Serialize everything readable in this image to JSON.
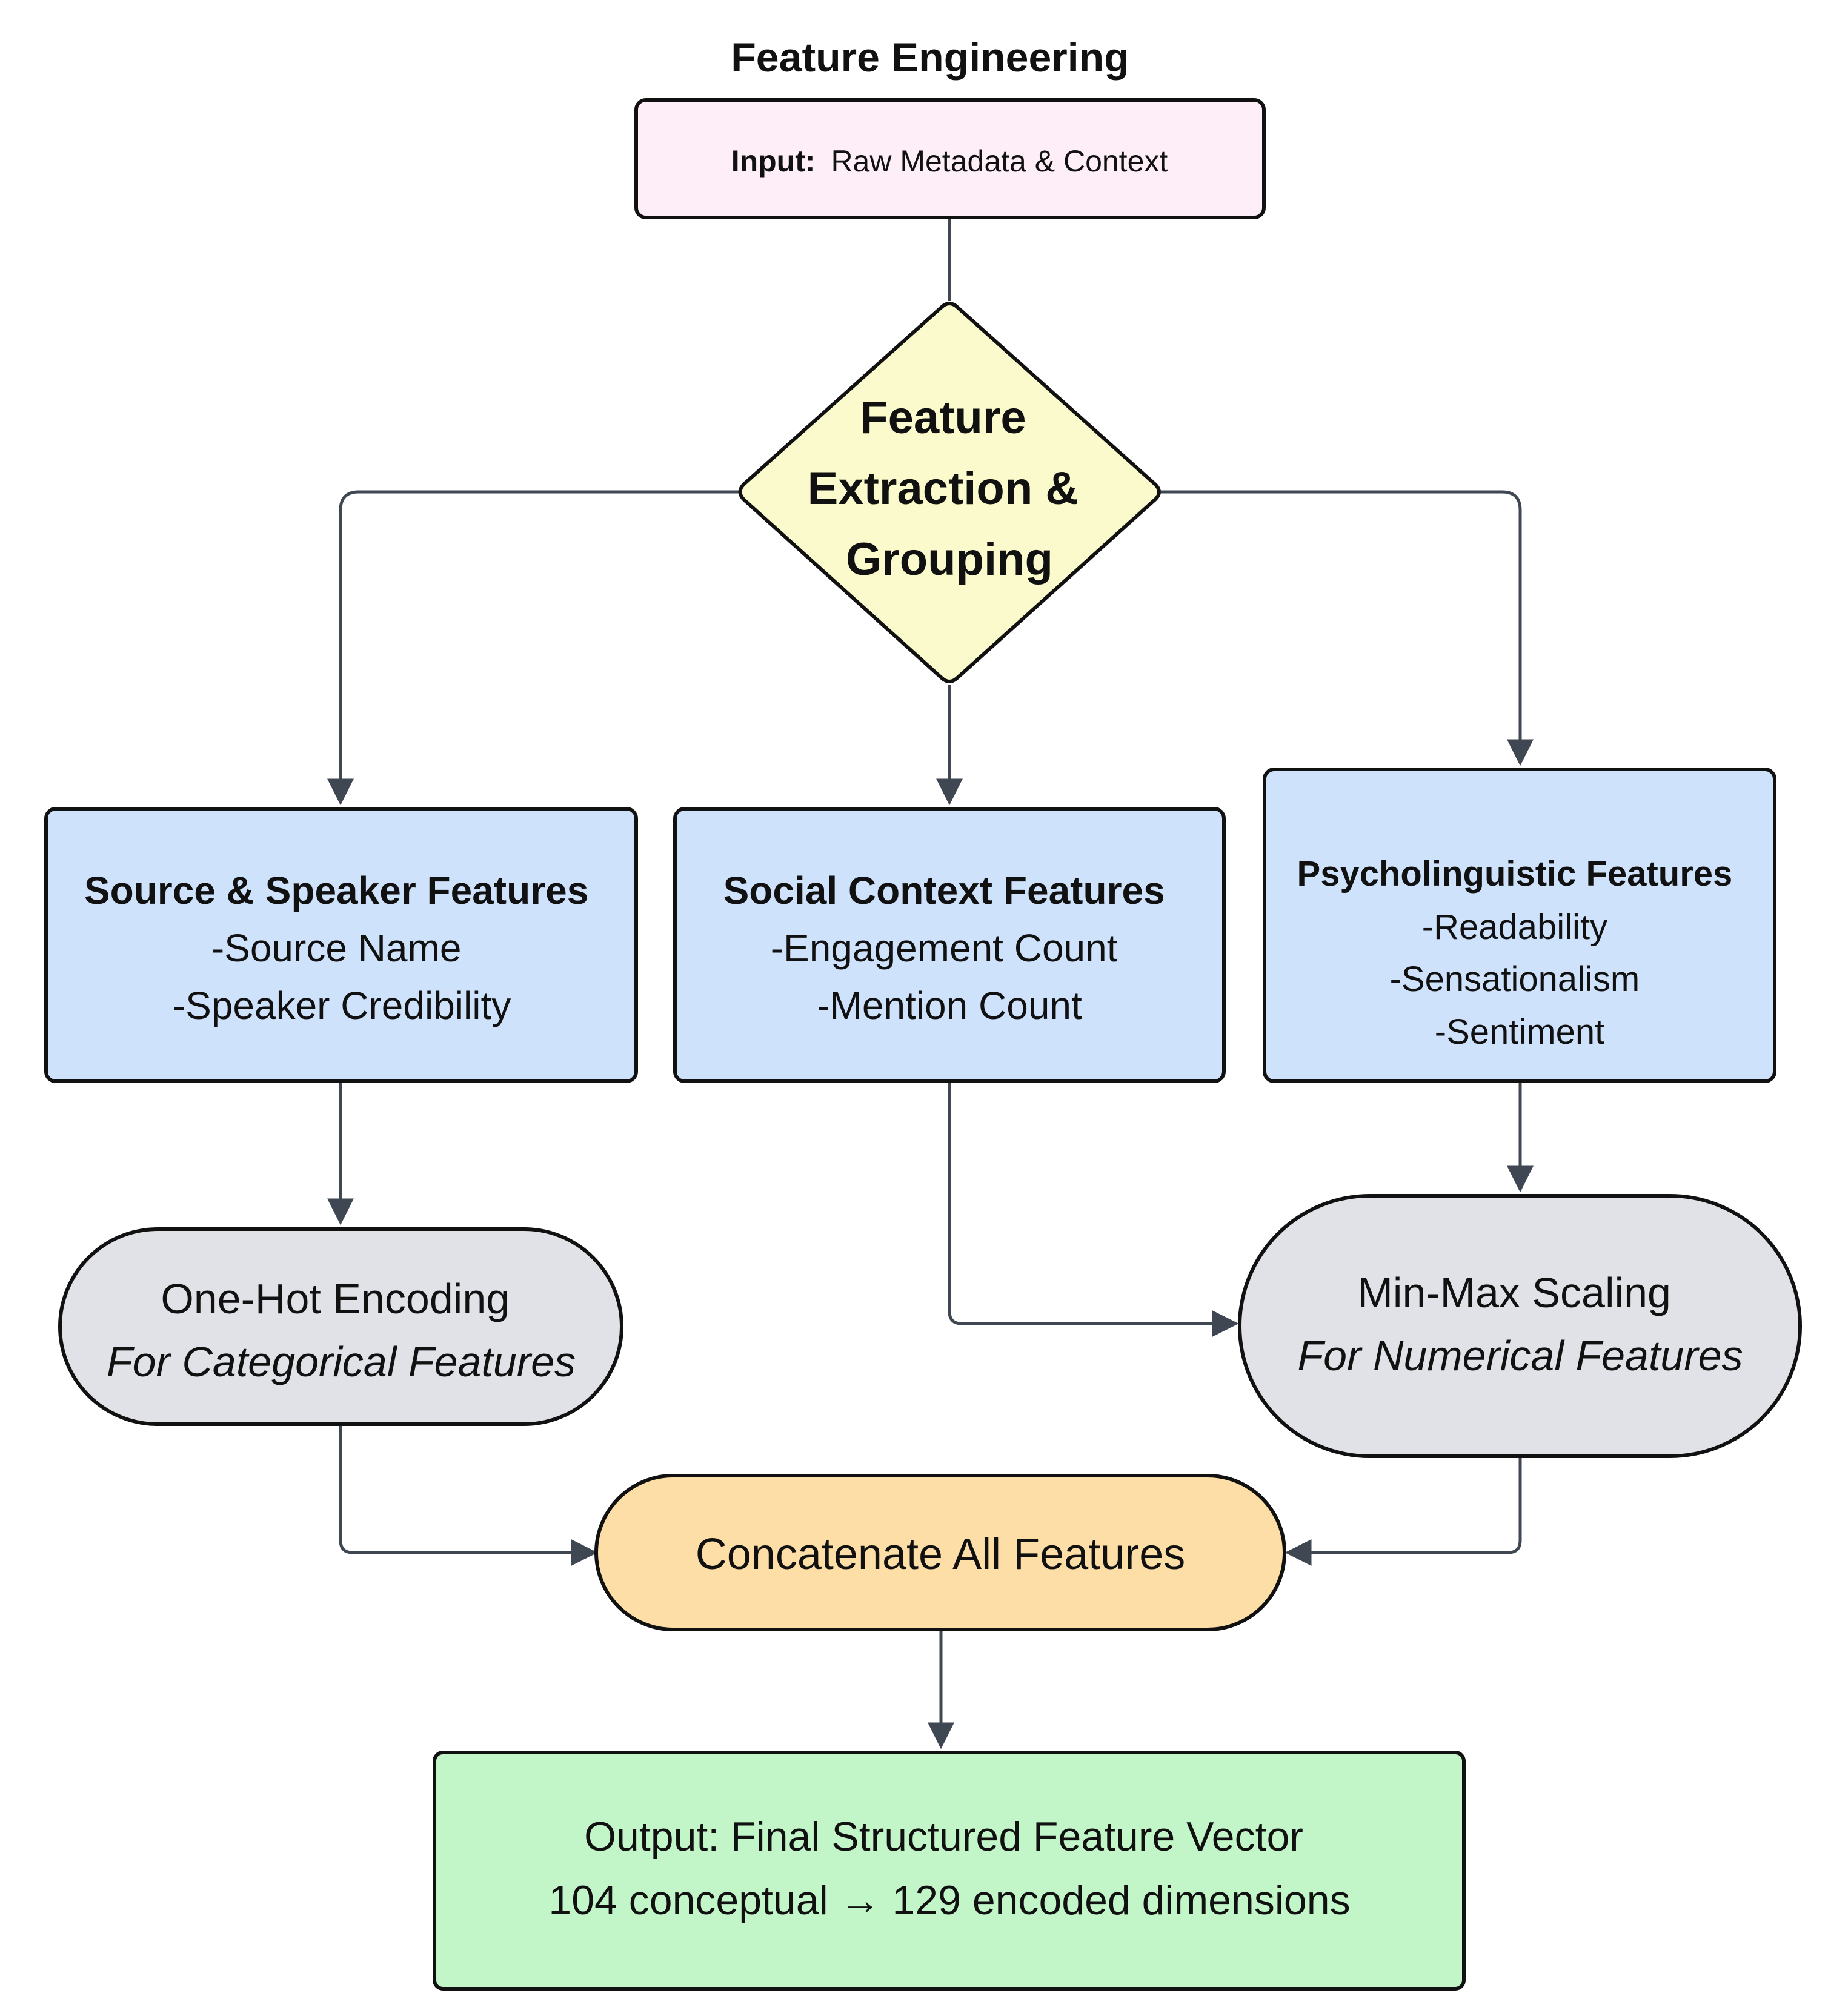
{
  "title": "Feature Engineering",
  "input": {
    "label": "Input:",
    "text": "Raw Metadata & Context"
  },
  "decision": {
    "lines": [
      "Feature",
      "Extraction &",
      "Grouping"
    ]
  },
  "groups": {
    "source": {
      "title": "Source & Speaker Features",
      "items": [
        "-Source Name",
        "-Speaker Credibility"
      ]
    },
    "social": {
      "title": "Social Context Features",
      "items": [
        "-Engagement Count",
        "-Mention Count"
      ]
    },
    "psycho": {
      "title": "Psycholinguistic Features",
      "items": [
        "-Readability",
        "-Sensationalism",
        "-Sentiment"
      ]
    }
  },
  "one_hot": {
    "title": "One-Hot Encoding",
    "subtitle": "For Categorical Features"
  },
  "min_max": {
    "title": "Min-Max Scaling",
    "subtitle": "For Numerical Features"
  },
  "concat": {
    "text": "Concatenate All Features"
  },
  "output": {
    "line1": "Output: Final Structured Feature Vector",
    "line2": "104 conceptual → 129 encoded dimensions"
  },
  "colors": {
    "input_fill": "#fdeef8",
    "decision_fill": "#fafacd",
    "group_fill": "#cfe2fc",
    "process_fill": "#e0e2e7",
    "concat_fill": "#fddea7",
    "output_fill": "#c2f5c8",
    "stroke": "#111111",
    "connector": "#3f4752"
  }
}
